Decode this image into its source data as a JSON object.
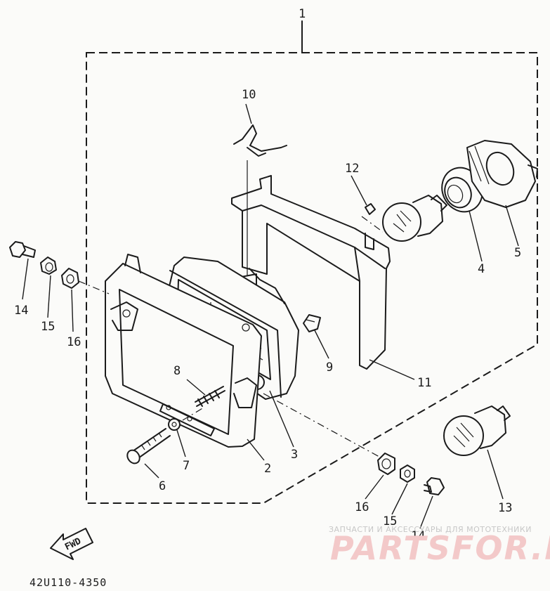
{
  "callouts": {
    "c1": "1",
    "c2": "2",
    "c3": "3",
    "c4": "4",
    "c5": "5",
    "c6": "6",
    "c7": "7",
    "c8": "8",
    "c9": "9",
    "c10": "10",
    "c11": "11",
    "c12": "12",
    "c13": "13",
    "c14_left": "14",
    "c15_left": "15",
    "c16_left": "16",
    "c14_right": "14",
    "c15_right": "15",
    "c16_right": "16"
  },
  "direction_arrow": "FWD",
  "drawing_code": "42U110-4350",
  "watermark": {
    "tagline": "ЗАПЧАСТИ И АКСЕССУАРЫ ДЛЯ МОТОТЕХНИКИ",
    "logo": "PARTSFOR.RU"
  }
}
